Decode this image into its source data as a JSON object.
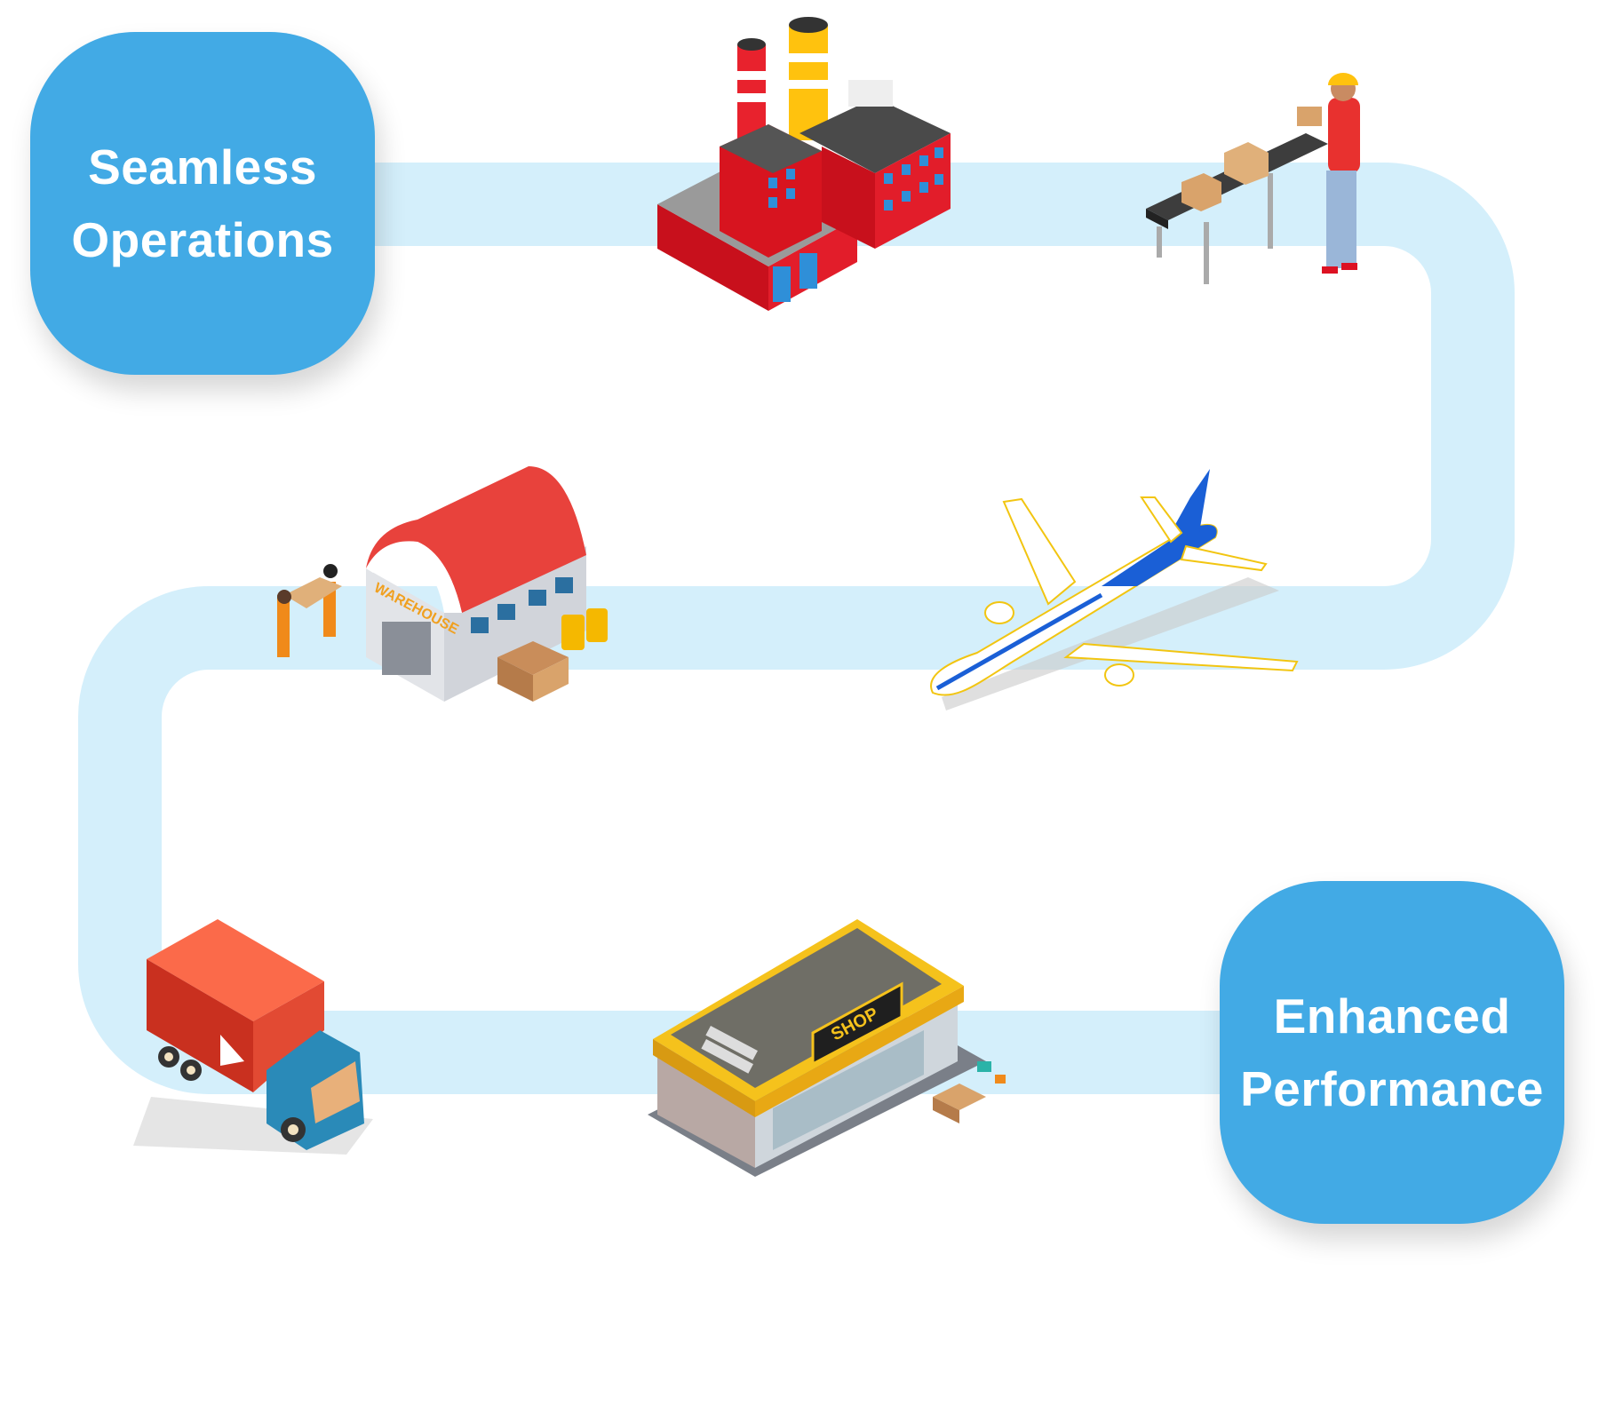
{
  "start_label": {
    "line1": "Seamless",
    "line2": "Operations"
  },
  "end_label": {
    "line1": "Enhanced",
    "line2": "Performance"
  },
  "colors": {
    "path": "#d4effb",
    "pill": "#42aae5",
    "pill_text": "#ffffff"
  },
  "stages": [
    {
      "icon": "factory-icon"
    },
    {
      "icon": "conveyor-worker-icon"
    },
    {
      "icon": "airplane-icon"
    },
    {
      "icon": "warehouse-icon",
      "sign": "WAREHOUSE"
    },
    {
      "icon": "delivery-truck-icon"
    },
    {
      "icon": "shop-icon",
      "sign": "SHOP"
    }
  ]
}
